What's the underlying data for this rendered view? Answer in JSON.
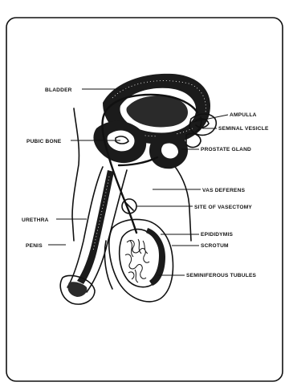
{
  "labels": {
    "bladder": "BLADDER",
    "ampulla": "AMPULLA",
    "seminal_vesicle": "SEMINAL VESICLE",
    "pubic_bone": "PUBIC BONE",
    "prostate_gland": "PROSTATE GLAND",
    "vas_deferens": "VAS DEFERENS",
    "site_of_vasectomy": "SITE OF VASECTOMY",
    "urethra": "URETHRA",
    "epididymis": "EPIDIDYMIS",
    "penis": "PENIS",
    "scrotum": "SCROTUM",
    "seminiferous_tubules": "SEMINIFEROUS TUBULES"
  }
}
